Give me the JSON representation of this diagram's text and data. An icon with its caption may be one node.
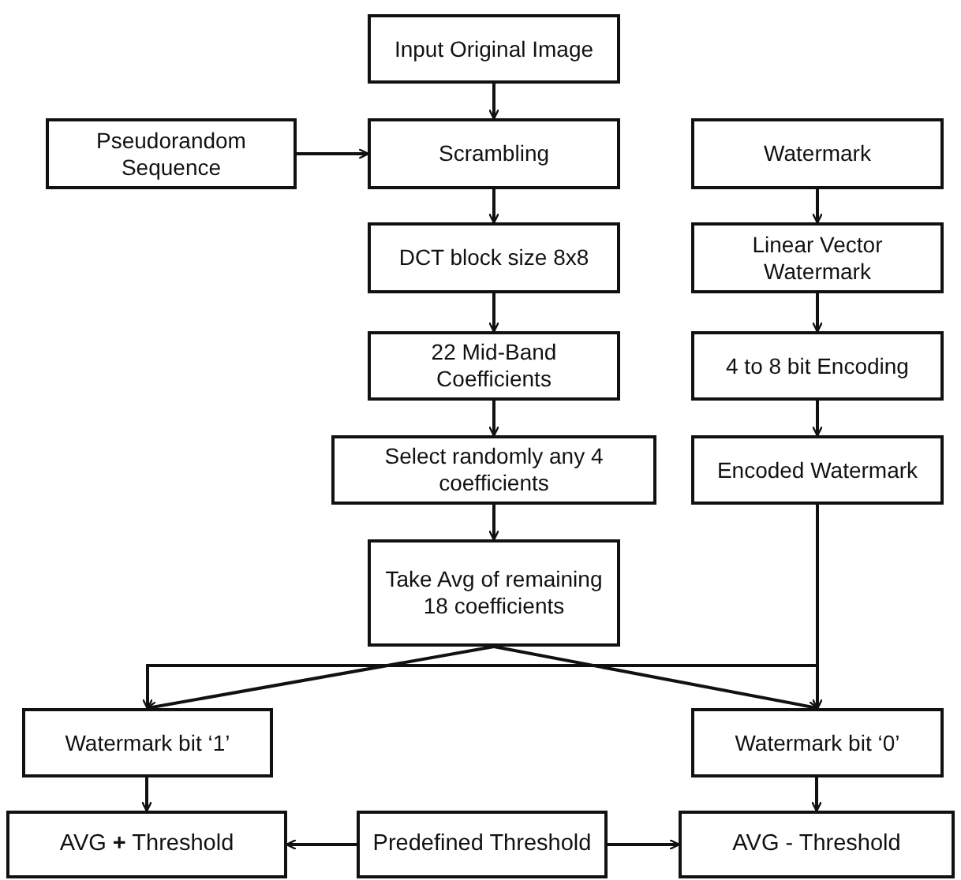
{
  "diagram": {
    "nodes": [
      {
        "text": [
          "Input Original Image"
        ]
      },
      {
        "text": [
          "Pseudorandom Sequence"
        ]
      },
      {
        "text": [
          "Scrambling"
        ]
      },
      {
        "text": [
          "Watermark"
        ]
      },
      {
        "text": [
          "DCT block size 8x8"
        ]
      },
      {
        "text": [
          "Linear Vector Watermark"
        ]
      },
      {
        "text": [
          "22 Mid-Band Coefficients"
        ]
      },
      {
        "text": [
          "4 to 8 bit Encoding"
        ]
      },
      {
        "text": [
          "Select randomly any 4 coefficients"
        ]
      },
      {
        "text": [
          "Encoded Watermark"
        ]
      },
      {
        "text": [
          "Take Avg of remaining 18 coefficients"
        ]
      },
      {
        "text": [
          "Watermark bit ‘1’"
        ]
      },
      {
        "text": [
          "Watermark bit ‘0’"
        ]
      },
      {
        "text": [
          "AVG **+** Threshold"
        ]
      },
      {
        "text": [
          "Predefined Threshold"
        ]
      },
      {
        "text": [
          "AVG - Threshold"
        ]
      }
    ],
    "edges": [
      {
        "from": 0,
        "to": 2,
        "arrow": "to"
      },
      {
        "from": 1,
        "to": 2,
        "arrow": "to"
      },
      {
        "from": 2,
        "to": 4,
        "arrow": "to"
      },
      {
        "from": 3,
        "to": 5,
        "arrow": "to"
      },
      {
        "from": 4,
        "to": 6,
        "arrow": "to"
      },
      {
        "from": 5,
        "to": 7,
        "arrow": "to"
      },
      {
        "from": 6,
        "to": 8,
        "arrow": "to"
      },
      {
        "from": 7,
        "to": 9,
        "arrow": "to"
      },
      {
        "from": 8,
        "to": 10,
        "arrow": "to"
      },
      {
        "from": 10,
        "to": 11,
        "arrow": "to"
      },
      {
        "from": 9,
        "to": 11,
        "arrow": "to"
      },
      {
        "from": 10,
        "to": 12,
        "arrow": "to"
      },
      {
        "from": 9,
        "to": 12,
        "arrow": "to"
      },
      {
        "from": 11,
        "to": 13,
        "arrow": "to"
      },
      {
        "from": 12,
        "to": 15,
        "arrow": "to"
      },
      {
        "from": 14,
        "to": 13,
        "arrow": "to"
      },
      {
        "from": 14,
        "to": 15,
        "arrow": "to"
      }
    ]
  }
}
